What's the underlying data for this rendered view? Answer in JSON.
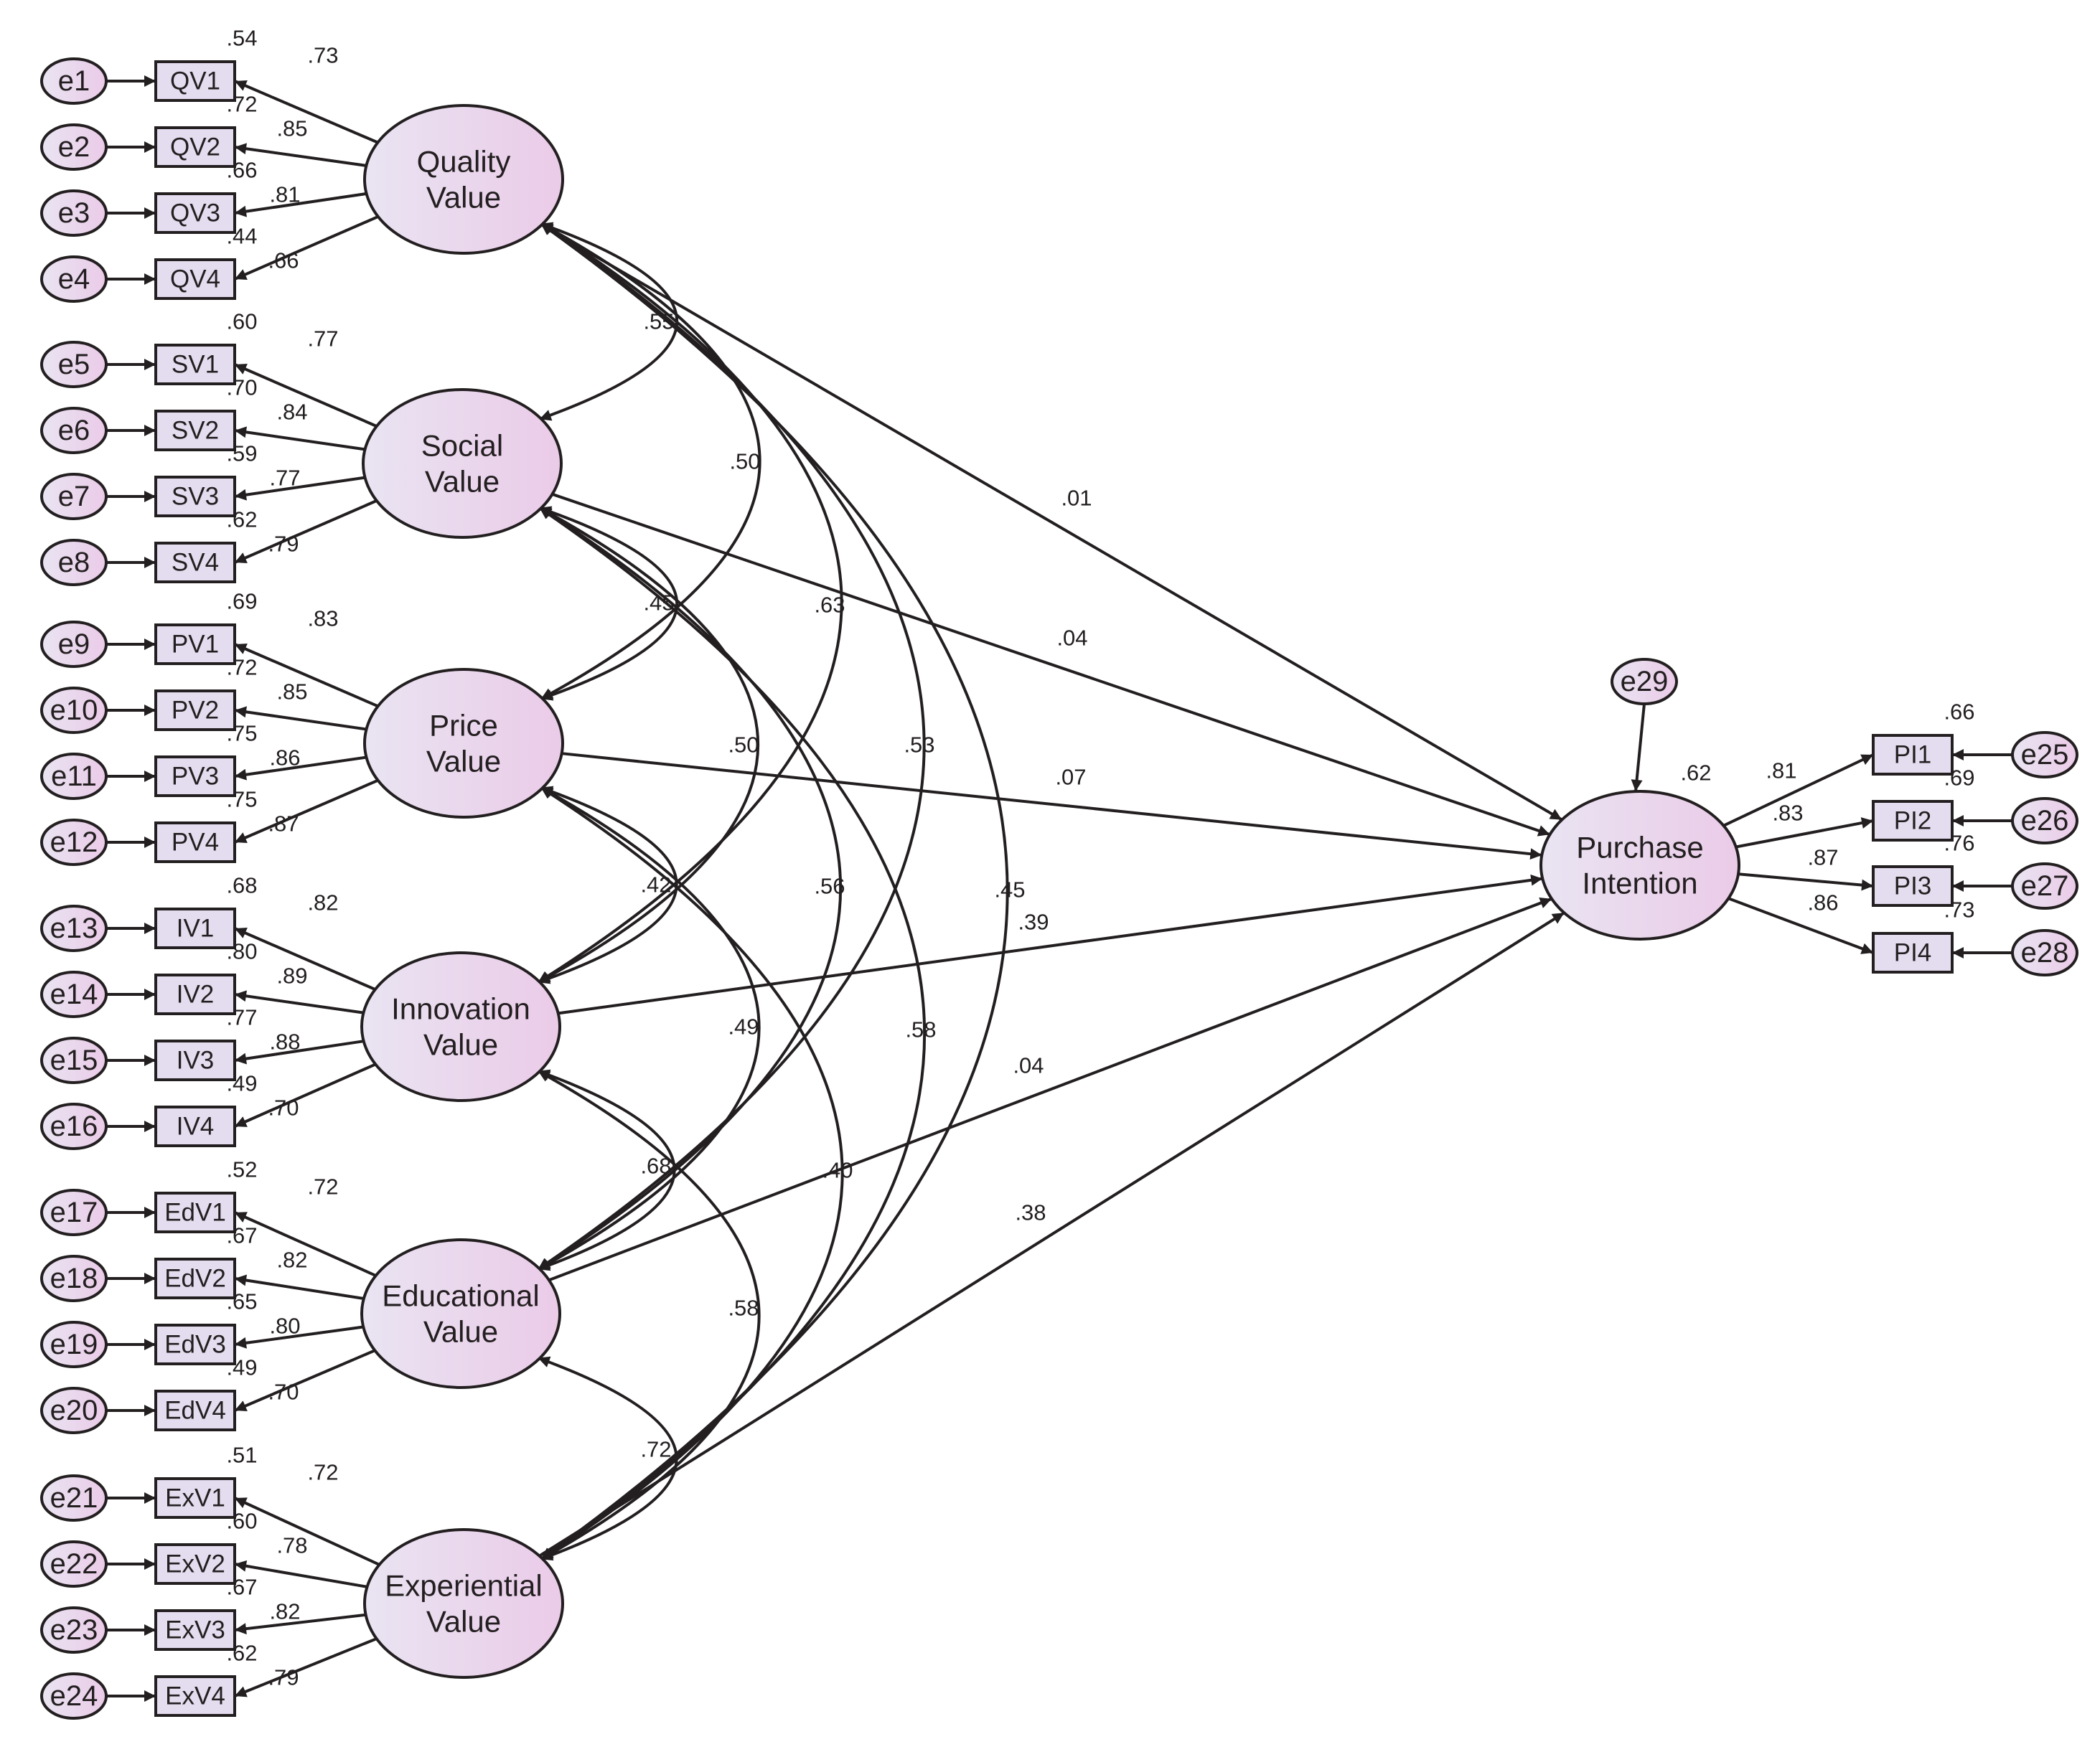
{
  "colors": {
    "ink": "#231f20",
    "fill_light": "#e9e4f2",
    "fill_pink": "#ebcbe8",
    "box_fill": "#e4dcef"
  },
  "latents": [
    {
      "id": "quality",
      "lines": [
        "Quality",
        "Value"
      ]
    },
    {
      "id": "social",
      "lines": [
        "Social",
        "Value"
      ]
    },
    {
      "id": "price",
      "lines": [
        "Price",
        "Value"
      ]
    },
    {
      "id": "innovation",
      "lines": [
        "Innovation",
        "Value"
      ]
    },
    {
      "id": "educational",
      "lines": [
        "Educational",
        "Value"
      ]
    },
    {
      "id": "experiential",
      "lines": [
        "Experiential",
        "Value"
      ]
    },
    {
      "id": "purchase",
      "lines": [
        "Purchase",
        "Intention"
      ]
    }
  ],
  "indicator_groups": [
    {
      "latent": "quality",
      "items": [
        {
          "name": "QV1",
          "error": "e1",
          "loading": ".73",
          "r2": ".54"
        },
        {
          "name": "QV2",
          "error": "e2",
          "loading": ".85",
          "r2": ".72"
        },
        {
          "name": "QV3",
          "error": "e3",
          "loading": ".81",
          "r2": ".66"
        },
        {
          "name": "QV4",
          "error": "e4",
          "loading": ".66",
          "r2": ".44"
        }
      ]
    },
    {
      "latent": "social",
      "items": [
        {
          "name": "SV1",
          "error": "e5",
          "loading": ".77",
          "r2": ".60"
        },
        {
          "name": "SV2",
          "error": "e6",
          "loading": ".84",
          "r2": ".70"
        },
        {
          "name": "SV3",
          "error": "e7",
          "loading": ".77",
          "r2": ".59"
        },
        {
          "name": "SV4",
          "error": "e8",
          "loading": ".79",
          "r2": ".62"
        }
      ]
    },
    {
      "latent": "price",
      "items": [
        {
          "name": "PV1",
          "error": "e9",
          "loading": ".83",
          "r2": ".69"
        },
        {
          "name": "PV2",
          "error": "e10",
          "loading": ".85",
          "r2": ".72"
        },
        {
          "name": "PV3",
          "error": "e11",
          "loading": ".86",
          "r2": ".75"
        },
        {
          "name": "PV4",
          "error": "e12",
          "loading": ".87",
          "r2": ".75"
        }
      ]
    },
    {
      "latent": "innovation",
      "items": [
        {
          "name": "IV1",
          "error": "e13",
          "loading": ".82",
          "r2": ".68"
        },
        {
          "name": "IV2",
          "error": "e14",
          "loading": ".89",
          "r2": ".80"
        },
        {
          "name": "IV3",
          "error": "e15",
          "loading": ".88",
          "r2": ".77"
        },
        {
          "name": "IV4",
          "error": "e16",
          "loading": ".70",
          "r2": ".49"
        }
      ]
    },
    {
      "latent": "educational",
      "items": [
        {
          "name": "EdV1",
          "error": "e17",
          "loading": ".72",
          "r2": ".52"
        },
        {
          "name": "EdV2",
          "error": "e18",
          "loading": ".82",
          "r2": ".67"
        },
        {
          "name": "EdV3",
          "error": "e19",
          "loading": ".80",
          "r2": ".65"
        },
        {
          "name": "EdV4",
          "error": "e20",
          "loading": ".70",
          "r2": ".49"
        }
      ]
    },
    {
      "latent": "experiential",
      "items": [
        {
          "name": "ExV1",
          "error": "e21",
          "loading": ".72",
          "r2": ".51"
        },
        {
          "name": "ExV2",
          "error": "e22",
          "loading": ".78",
          "r2": ".60"
        },
        {
          "name": "ExV3",
          "error": "e23",
          "loading": ".82",
          "r2": ".67"
        },
        {
          "name": "ExV4",
          "error": "e24",
          "loading": ".79",
          "r2": ".62"
        }
      ]
    },
    {
      "latent": "purchase",
      "items": [
        {
          "name": "PI1",
          "error": "e25",
          "loading": ".81",
          "r2": ".66"
        },
        {
          "name": "PI2",
          "error": "e26",
          "loading": ".83",
          "r2": ".69"
        },
        {
          "name": "PI3",
          "error": "e27",
          "loading": ".87",
          "r2": ".76"
        },
        {
          "name": "PI4",
          "error": "e28",
          "loading": ".86",
          "r2": ".73"
        }
      ]
    }
  ],
  "structural_paths": [
    {
      "from": "quality",
      "to": "purchase",
      "coef": ".01"
    },
    {
      "from": "social",
      "to": "purchase",
      "coef": ".04"
    },
    {
      "from": "price",
      "to": "purchase",
      "coef": ".07"
    },
    {
      "from": "innovation",
      "to": "purchase",
      "coef": ".39"
    },
    {
      "from": "educational",
      "to": "purchase",
      "coef": ".04"
    },
    {
      "from": "experiential",
      "to": "purchase",
      "coef": ".38"
    }
  ],
  "disturbance": {
    "name": "e29",
    "r2": ".62"
  },
  "correlations": [
    {
      "a": "quality",
      "b": "social",
      "value": ".55"
    },
    {
      "a": "quality",
      "b": "price",
      "value": ".50"
    },
    {
      "a": "quality",
      "b": "innovation",
      "value": ".63"
    },
    {
      "a": "quality",
      "b": "educational",
      "value": ".53"
    },
    {
      "a": "quality",
      "b": "experiential",
      "value": ".45"
    },
    {
      "a": "social",
      "b": "price",
      "value": ".45"
    },
    {
      "a": "social",
      "b": "innovation",
      "value": ".50"
    },
    {
      "a": "social",
      "b": "educational",
      "value": ".56"
    },
    {
      "a": "social",
      "b": "experiential",
      "value": ".58"
    },
    {
      "a": "price",
      "b": "innovation",
      "value": ".42"
    },
    {
      "a": "price",
      "b": "educational",
      "value": ".49"
    },
    {
      "a": "price",
      "b": "experiential",
      "value": ".40"
    },
    {
      "a": "innovation",
      "b": "educational",
      "value": ".68"
    },
    {
      "a": "innovation",
      "b": "experiential",
      "value": ".58"
    },
    {
      "a": "educational",
      "b": "experiential",
      "value": ".72"
    }
  ]
}
